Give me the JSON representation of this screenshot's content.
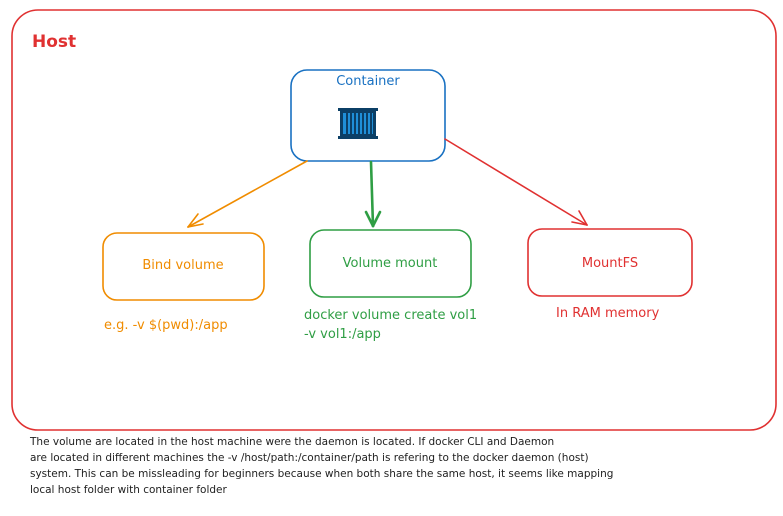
{
  "host": {
    "label": "Host"
  },
  "container": {
    "label": "Container",
    "icon": "shipping-container-icon"
  },
  "nodes": {
    "bind": {
      "label": "Bind volume",
      "note": "e.g. -v $(pwd):/app"
    },
    "volume": {
      "label": "Volume mount",
      "note_lines": [
        "docker volume create vol1",
        "-v vol1:/app"
      ]
    },
    "mountfs": {
      "label": "MountFS",
      "note": "In RAM memory"
    }
  },
  "caption": {
    "lines": [
      "The volume are located in the host machine were the daemon is located. If docker CLI and Daemon",
      "are located in different machines the -v /host/path:/container/path is refering to the docker daemon (host)",
      "system. This can be missleading for beginners because when both share the same host, it seems like mapping",
      "local host folder with container folder"
    ]
  },
  "colors": {
    "host": "#e03131",
    "container": "#1971c2",
    "bind": "#f08c00",
    "volume": "#2f9e44",
    "mountfs": "#e03131",
    "text": "#1e1e1e"
  }
}
